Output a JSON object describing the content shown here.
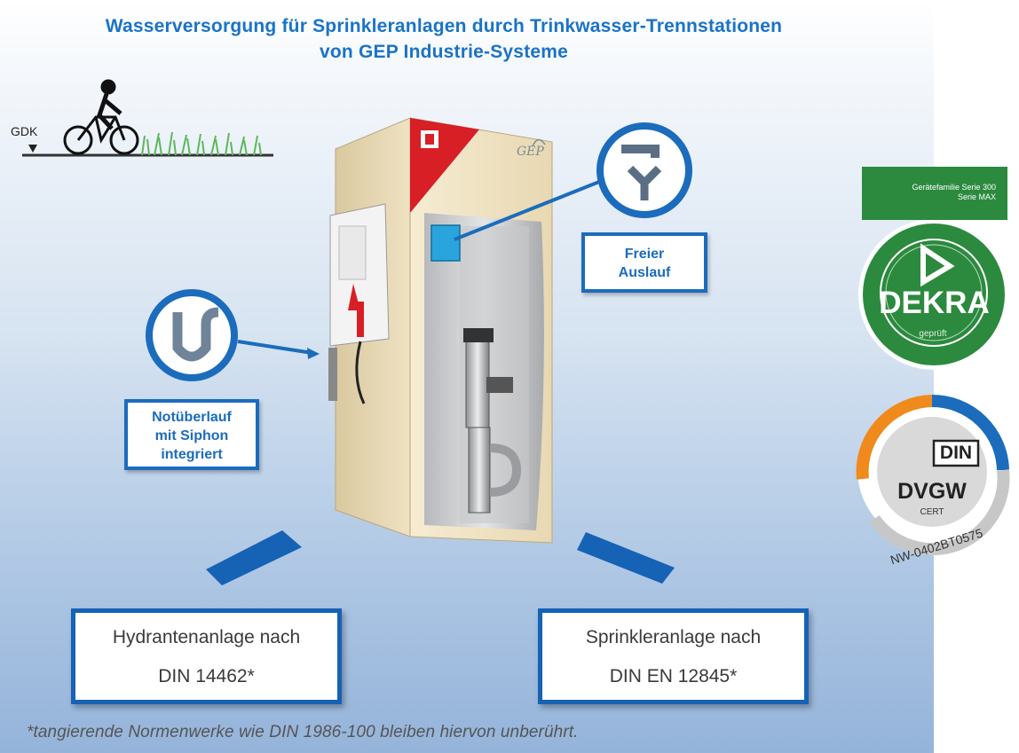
{
  "title": {
    "line1": "Wasserversorgung für Sprinkleranlagen durch Trinkwasser-Trennstationen",
    "line2": "von GEP Industrie-Systeme"
  },
  "ground_label": "GDK",
  "callouts": {
    "freier_auslauf": [
      "Freier",
      "Auslauf"
    ],
    "notueberlauf": [
      "Notüberlauf",
      "mit Siphon",
      "integriert"
    ]
  },
  "norm_boxes": {
    "hydrant": [
      "Hydrantenanlage nach",
      "DIN 14462*"
    ],
    "sprinkler": [
      "Sprinkleranlage nach",
      "DIN EN 12845*"
    ]
  },
  "footnote": "*tangierende Normenwerke wie DIN 1986-100 bleiben hiervon unberührt.",
  "badges": {
    "dekra": {
      "header_line1": "Gerätefamilie Serie 300",
      "header_line2": "Serie MAX",
      "name": "DEKRA",
      "sub": "geprüft",
      "color": "#2c8a3e"
    },
    "dvgw": {
      "din": "DIN",
      "name": "DVGW",
      "cert": "CERT",
      "number": "NW-0402BT0575",
      "accent_orange": "#f08a1d",
      "accent_blue": "#1b6cbc"
    }
  },
  "icons": {
    "siphon": "siphon-pipe-icon",
    "outlet": "free-outlet-icon",
    "cyclist": "cyclist-icon"
  },
  "colors": {
    "title_blue": "#1a73c7",
    "box_blue": "#1b6cbc",
    "cabinet_beige": "#eee1c2",
    "cabinet_red": "#d81f26"
  }
}
